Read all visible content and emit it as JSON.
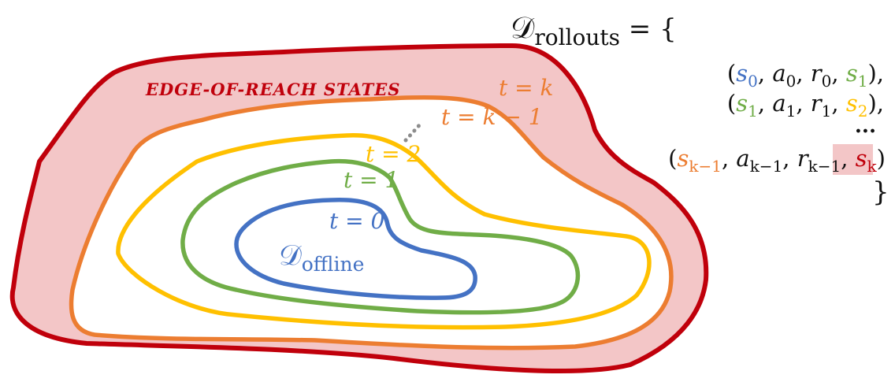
{
  "colors": {
    "red": "#c0000b",
    "red_fill": "#f3c6c7",
    "orange": "#ec7d31",
    "yellow": "#ffc000",
    "green": "#70ad47",
    "blue": "#4472c4",
    "gray": "#8c8c8c",
    "black": "#111111"
  },
  "diagram": {
    "edge_label": "EDGE-OF-REACH STATES",
    "offline": {
      "base": "𝒟",
      "sub": "offline"
    },
    "steps": [
      {
        "var": "t",
        "eq": " = ",
        "val": "0"
      },
      {
        "var": "t",
        "eq": " = ",
        "val": "1"
      },
      {
        "var": "t",
        "eq": " = ",
        "val": "2"
      },
      {
        "var": "t",
        "eq": " = ",
        "val": "k − 1"
      },
      {
        "var": "t",
        "eq": " = ",
        "val": "k"
      }
    ]
  },
  "rollouts": {
    "base": "𝒟",
    "sub": "rollouts",
    "eq": " = {",
    "close": "}",
    "dots": "...",
    "rows": [
      {
        "s0": "s",
        "s0sub": "0",
        "a": "a",
        "asub": "0",
        "r": "r",
        "rsub": "0",
        "s1": "s",
        "s1sub": "1",
        "end": "),"
      },
      {
        "s0": "s",
        "s0sub": "1",
        "a": "a",
        "asub": "1",
        "r": "r",
        "rsub": "1",
        "s1": "s",
        "s1sub": "2",
        "end": "),"
      },
      {
        "s0": "s",
        "s0sub": "k−1",
        "a": "a",
        "asub": "k−1",
        "r": "r",
        "rsub": "k−1",
        "s1": "s",
        "s1sub": "k",
        "end": ")"
      }
    ]
  }
}
